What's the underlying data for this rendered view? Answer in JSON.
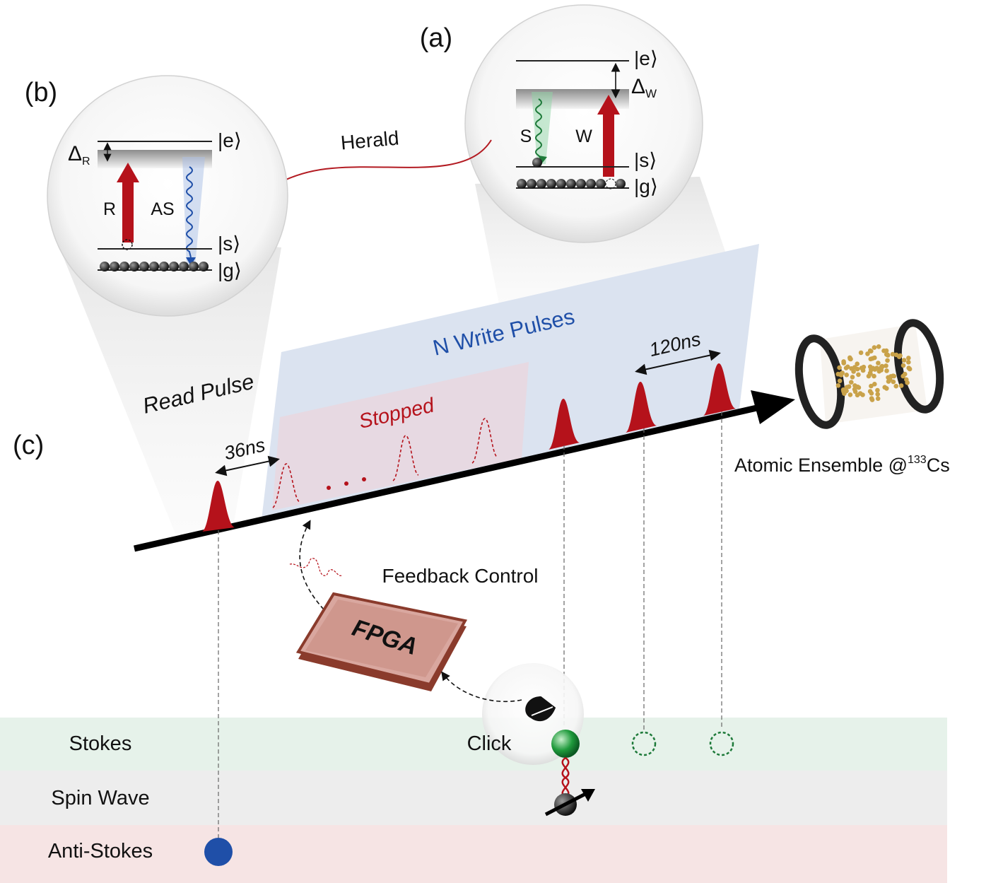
{
  "panel_labels": {
    "a": "(a)",
    "b": "(b)",
    "c": "(c)"
  },
  "panel_a": {
    "level_e": "|e⟩",
    "level_s": "|s⟩",
    "level_g": "|g⟩",
    "detuning": "Δ",
    "detuning_sub": "W",
    "photon_label": "S",
    "pump_label": "W"
  },
  "panel_b": {
    "level_e": "|e⟩",
    "level_s": "|s⟩",
    "level_g": "|g⟩",
    "detuning": "Δ",
    "detuning_sub": "R",
    "pump_label": "R",
    "photon_label": "AS"
  },
  "herald_label": "Herald",
  "timeline": {
    "write_pulses_label": "N Write Pulses",
    "stopped_label": "Stopped",
    "read_pulse_label": "Read Pulse",
    "spacing_read": "36ns",
    "spacing_write": "120ns",
    "ensemble_label": "Atomic Ensemble @",
    "ensemble_isotope": "133",
    "ensemble_element": "Cs",
    "feedback_label": "Feedback Control",
    "fpga_label": "FPGA",
    "click_label": "Click"
  },
  "rows": [
    "Stokes",
    "Spin Wave",
    "Anti-Stokes"
  ],
  "colors": {
    "pulse_red": "#b5121b",
    "herald_red": "#b31b22",
    "write_band": "#dbe3f0",
    "stopped_band": "#e8d8e0",
    "stokes_band": "#e6f2ea",
    "spin_band": "#ededed",
    "antistokes_band": "#f6e4e4",
    "stokes_green": "#1e7a3a",
    "as_blue": "#1f4fa8",
    "fpga_fill": "#d9a79f"
  }
}
